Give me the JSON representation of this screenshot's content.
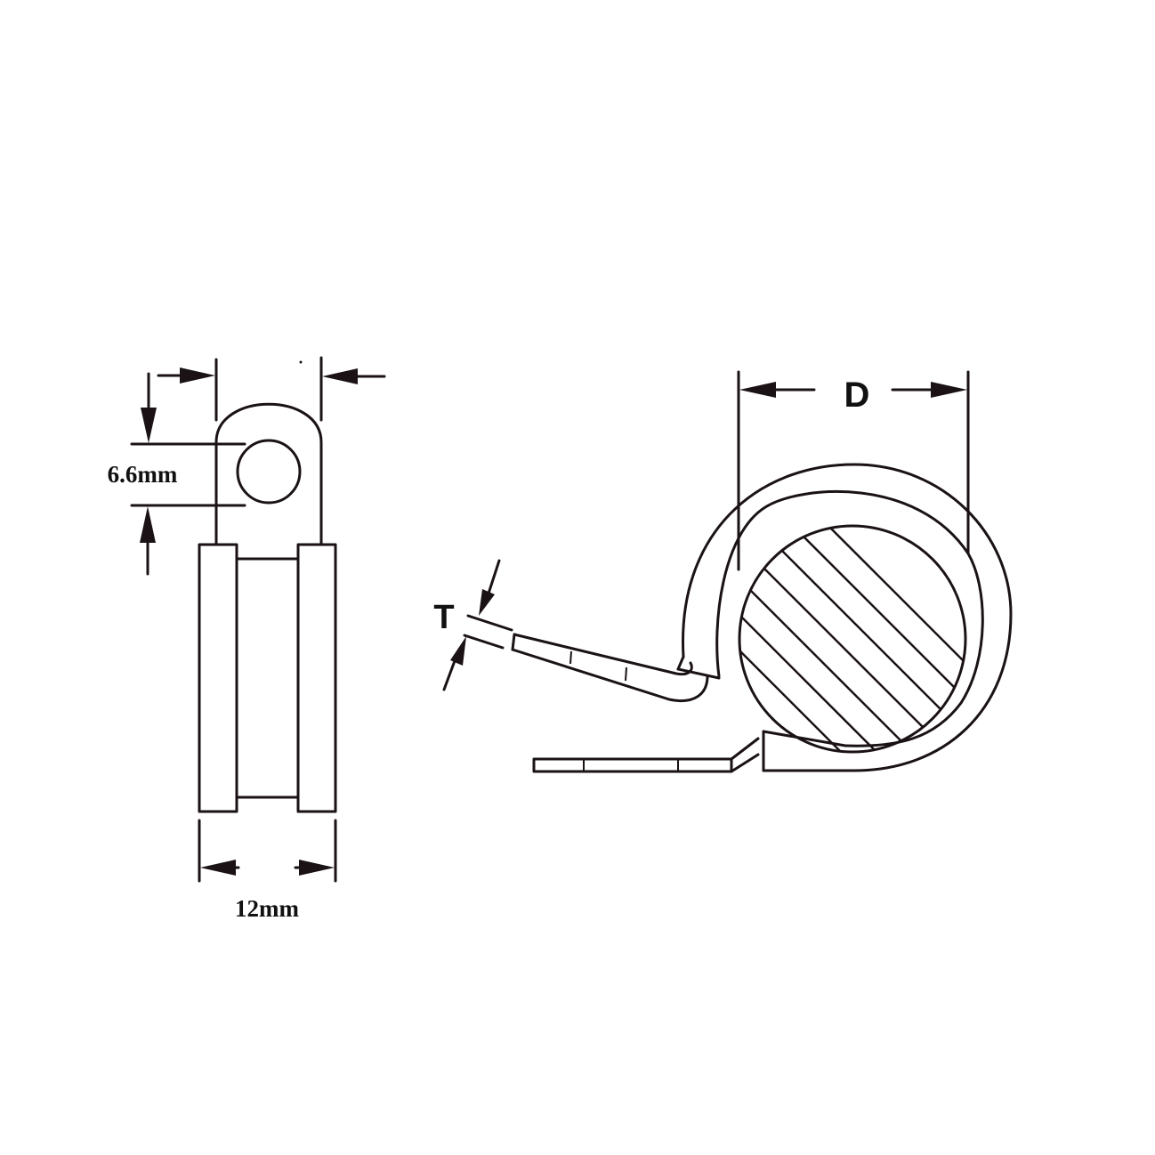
{
  "labels": {
    "hole_diameter": "6.6mm",
    "band_width": "12mm",
    "clamp_diameter": "D",
    "thickness": "T"
  },
  "colors": {
    "line": "#1a1214",
    "background": "#ffffff"
  }
}
